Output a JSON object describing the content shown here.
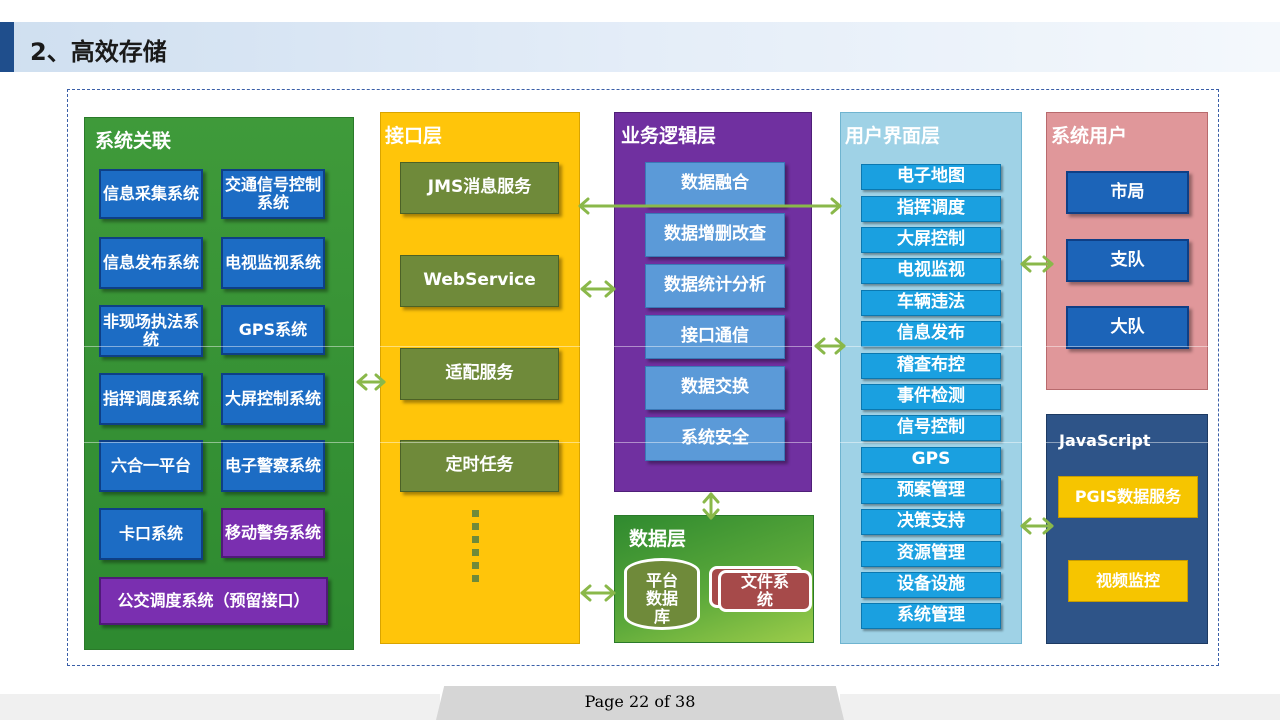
{
  "header": {
    "title": "2、高效存储"
  },
  "colors": {
    "green": "#3f9a3a",
    "yellow": "#ffc50a",
    "purple": "#7030a0",
    "lightblue": "#9fd2e6",
    "pink": "#e0979a",
    "navy": "#2e5488"
  },
  "system_association": {
    "title": "系统关联",
    "items": [
      "信息采集系统",
      "交通信号控制系统",
      "信息发布系统",
      "电视监视系统",
      "非现场执法系统",
      "GPS系统",
      "指挥调度系统",
      "大屏控制系统",
      "六合一平台",
      "电子警察系统",
      "卡口系统",
      "移动警务系统",
      "公交调度系统（预留接口）"
    ]
  },
  "interface_layer": {
    "title": "接口层",
    "items": [
      "JMS消息服务",
      "WebService",
      "适配服务",
      "定时任务"
    ]
  },
  "business_layer": {
    "title": "业务逻辑层",
    "items": [
      "数据融合",
      "数据增删改查",
      "数据统计分析",
      "接口通信",
      "数据交换",
      "系统安全"
    ]
  },
  "ui_layer": {
    "title": "用户界面层",
    "items": [
      "电子地图",
      "指挥调度",
      "大屏控制",
      "电视监视",
      "车辆违法",
      "信息发布",
      "稽查布控",
      "事件检测",
      "信号控制",
      "GPS",
      "预案管理",
      "决策支持",
      "资源管理",
      "设备设施",
      "系统管理"
    ]
  },
  "system_users": {
    "title": "系统用户",
    "items": [
      "市局",
      "支队",
      "大队"
    ]
  },
  "js_layer": {
    "title": "JavaScript",
    "items": [
      "PGIS数据服务",
      "视频监控"
    ]
  },
  "data_layer": {
    "title": "数据层",
    "platform_db": "平台数据库",
    "file_system": "文件系统"
  },
  "footer": {
    "page": "Page 22 of 38"
  }
}
